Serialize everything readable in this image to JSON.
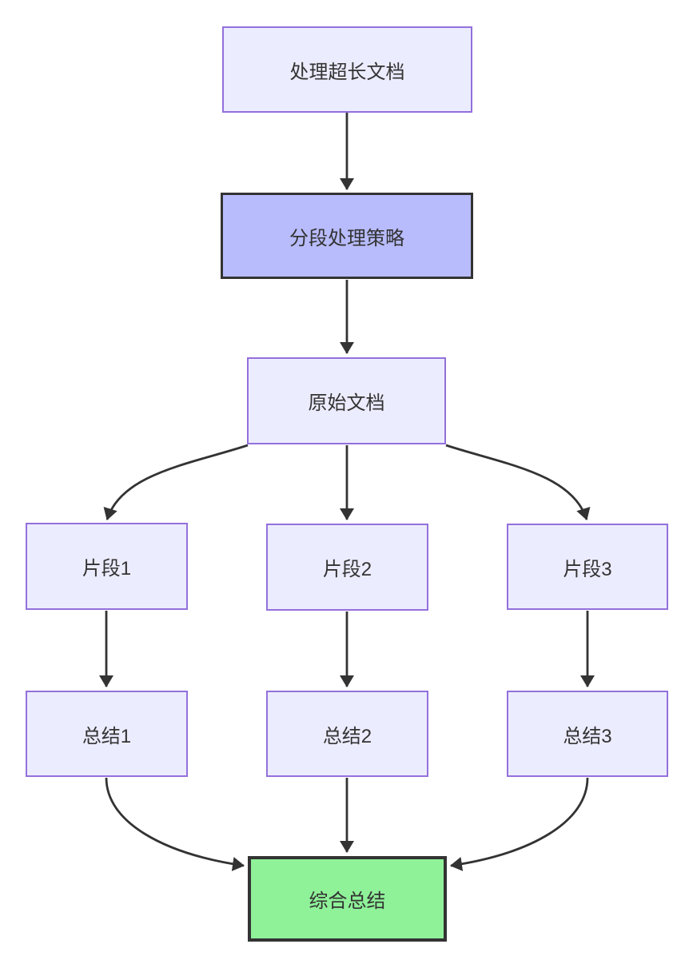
{
  "diagram": {
    "type": "flowchart",
    "direction": "top-down",
    "nodes": [
      {
        "id": "A",
        "label": "处理超长文档",
        "style": "default"
      },
      {
        "id": "B",
        "label": "分段处理策略",
        "style": "emphasis"
      },
      {
        "id": "C",
        "label": "原始文档",
        "style": "default"
      },
      {
        "id": "D1",
        "label": "片段1",
        "style": "default"
      },
      {
        "id": "D2",
        "label": "片段2",
        "style": "default"
      },
      {
        "id": "D3",
        "label": "片段3",
        "style": "default"
      },
      {
        "id": "E1",
        "label": "总结1",
        "style": "default"
      },
      {
        "id": "E2",
        "label": "总结2",
        "style": "default"
      },
      {
        "id": "E3",
        "label": "总结3",
        "style": "default"
      },
      {
        "id": "F",
        "label": "综合总结",
        "style": "success"
      }
    ],
    "edges": [
      {
        "from": "A",
        "to": "B"
      },
      {
        "from": "B",
        "to": "C"
      },
      {
        "from": "C",
        "to": "D1"
      },
      {
        "from": "C",
        "to": "D2"
      },
      {
        "from": "C",
        "to": "D3"
      },
      {
        "from": "D1",
        "to": "E1"
      },
      {
        "from": "D2",
        "to": "E2"
      },
      {
        "from": "D3",
        "to": "E3"
      },
      {
        "from": "E1",
        "to": "F"
      },
      {
        "from": "E2",
        "to": "F"
      },
      {
        "from": "E3",
        "to": "F"
      }
    ],
    "colors": {
      "background": "#FFFFFF",
      "node_fill": "#ECECFF",
      "node_border": "#9370DB",
      "emphasis_fill": "#B8BCFC",
      "emphasis_border": "#333333",
      "success_fill": "#8FF299",
      "success_border": "#333333",
      "edge": "#333333",
      "text": "#333333"
    }
  }
}
